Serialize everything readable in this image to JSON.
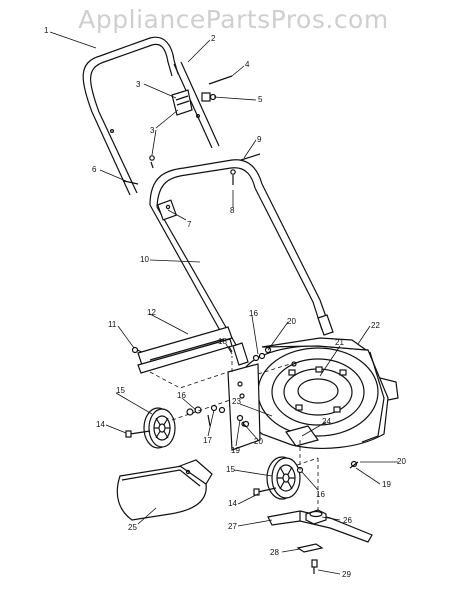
{
  "watermark": "AppliancePartsPros.com",
  "callouts": [
    {
      "id": "c1",
      "text": "1"
    },
    {
      "id": "c2",
      "text": "2"
    },
    {
      "id": "c3a",
      "text": "3"
    },
    {
      "id": "c3b",
      "text": "3"
    },
    {
      "id": "c4",
      "text": "4"
    },
    {
      "id": "c5",
      "text": "5"
    },
    {
      "id": "c6",
      "text": "6"
    },
    {
      "id": "c7",
      "text": "7"
    },
    {
      "id": "c8",
      "text": "8"
    },
    {
      "id": "c9",
      "text": "9"
    },
    {
      "id": "c10",
      "text": "10"
    },
    {
      "id": "c11",
      "text": "11"
    },
    {
      "id": "c12",
      "text": "12"
    },
    {
      "id": "c14a",
      "text": "14"
    },
    {
      "id": "c14b",
      "text": "14"
    },
    {
      "id": "c15a",
      "text": "15"
    },
    {
      "id": "c15b",
      "text": "15"
    },
    {
      "id": "c16a",
      "text": "16"
    },
    {
      "id": "c16b",
      "text": "16"
    },
    {
      "id": "c16c",
      "text": "16"
    },
    {
      "id": "c17",
      "text": "17"
    },
    {
      "id": "c18",
      "text": "18"
    },
    {
      "id": "c19a",
      "text": "19"
    },
    {
      "id": "c19b",
      "text": "19"
    },
    {
      "id": "c20a",
      "text": "20"
    },
    {
      "id": "c20b",
      "text": "20"
    },
    {
      "id": "c20c",
      "text": "20"
    },
    {
      "id": "c21",
      "text": "21"
    },
    {
      "id": "c22",
      "text": "22"
    },
    {
      "id": "c23",
      "text": "23"
    },
    {
      "id": "c24",
      "text": "24"
    },
    {
      "id": "c25",
      "text": "25"
    },
    {
      "id": "c26",
      "text": "26"
    },
    {
      "id": "c27",
      "text": "27"
    },
    {
      "id": "c28",
      "text": "28"
    },
    {
      "id": "c29",
      "text": "29"
    }
  ]
}
